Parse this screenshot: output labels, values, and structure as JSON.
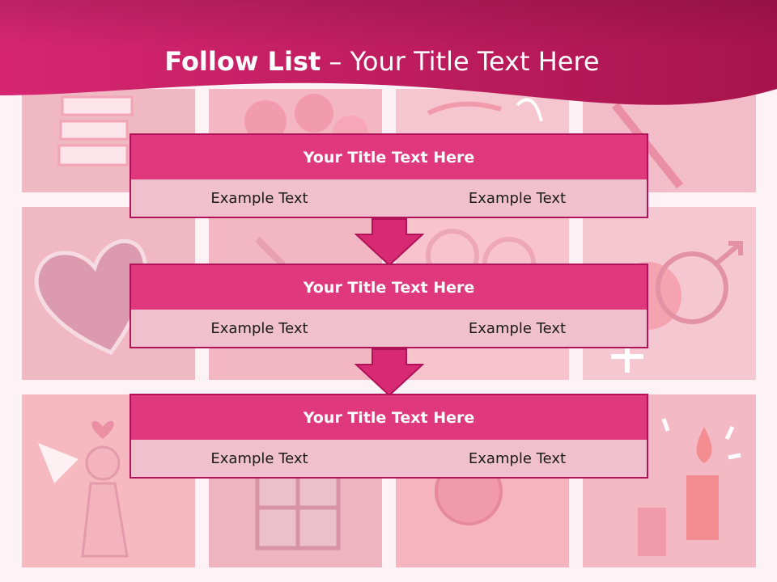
{
  "slide": {
    "title_bold": "Follow List",
    "title_rest": " – Your Title Text Here"
  },
  "blocks": [
    {
      "title": "Your Title Text Here",
      "left_text": "Example Text",
      "right_text": "Example Text"
    },
    {
      "title": "Your Title Text Here",
      "left_text": "Example Text",
      "right_text": "Example Text"
    },
    {
      "title": "Your Title Text Here",
      "left_text": "Example Text",
      "right_text": "Example Text"
    }
  ],
  "colors": {
    "header": "#c81e66",
    "block_title": "#e0387c",
    "block_border": "#b0135a",
    "cell": "#f0c0ce",
    "arrow": "#d82a72"
  },
  "background_icons": [
    "cake-icon",
    "flowers-icon",
    "shopping-bag-icon",
    "heart-arrow-icon",
    "heart-icon",
    "gift-icon",
    "gender-symbols-icon",
    "angel-icon",
    "present-icon",
    "rose-icon",
    "candles-icon"
  ]
}
